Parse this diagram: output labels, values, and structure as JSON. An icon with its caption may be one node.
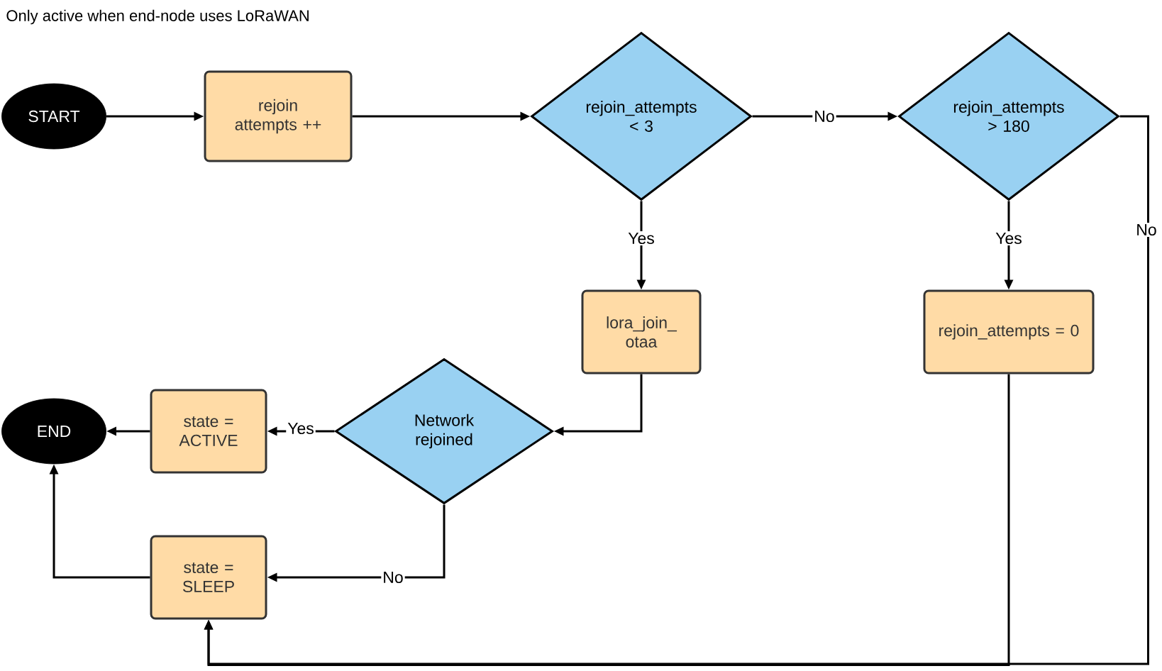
{
  "diagram": {
    "title": "Only active when end-node uses LoRaWAN",
    "nodes": [
      {
        "text": [
          "START"
        ]
      },
      {
        "text": [
          "rejoin attempts ++"
        ]
      },
      {
        "text": [
          "rejoin_attempts < 3"
        ]
      },
      {
        "text": [
          "rejoin_attempts > 180"
        ]
      },
      {
        "text": [
          "lora_join_ otaa"
        ]
      },
      {
        "text": [
          "rejoin_attempts = 0"
        ]
      },
      {
        "text": [
          "Network rejoined"
        ]
      },
      {
        "text": [
          "state = ACTIVE"
        ]
      },
      {
        "text": [
          "END"
        ]
      },
      {
        "text": [
          "state = SLEEP"
        ]
      }
    ],
    "edges": [
      {
        "from": 0,
        "to": 1,
        "arrow": "to"
      },
      {
        "from": 1,
        "to": 2,
        "arrow": "to"
      },
      {
        "from": 2,
        "to": 3,
        "arrow": "to",
        "label": "No"
      },
      {
        "from": 2,
        "to": 4,
        "arrow": "to",
        "label": "Yes"
      },
      {
        "from": 3,
        "to": 5,
        "arrow": "to",
        "label": "Yes"
      },
      {
        "from": 4,
        "to": 6,
        "arrow": "to"
      },
      {
        "from": 6,
        "to": 7,
        "arrow": "to",
        "label": "Yes"
      },
      {
        "from": 7,
        "to": 8,
        "arrow": "to"
      },
      {
        "from": 6,
        "to": 9,
        "arrow": "to",
        "label": "No"
      },
      {
        "from": 9,
        "to": 8,
        "arrow": "to"
      },
      {
        "from": 5,
        "to": 9,
        "arrow": "to"
      },
      {
        "from": 3,
        "to": 9,
        "arrow": "to",
        "label": "No"
      }
    ]
  }
}
